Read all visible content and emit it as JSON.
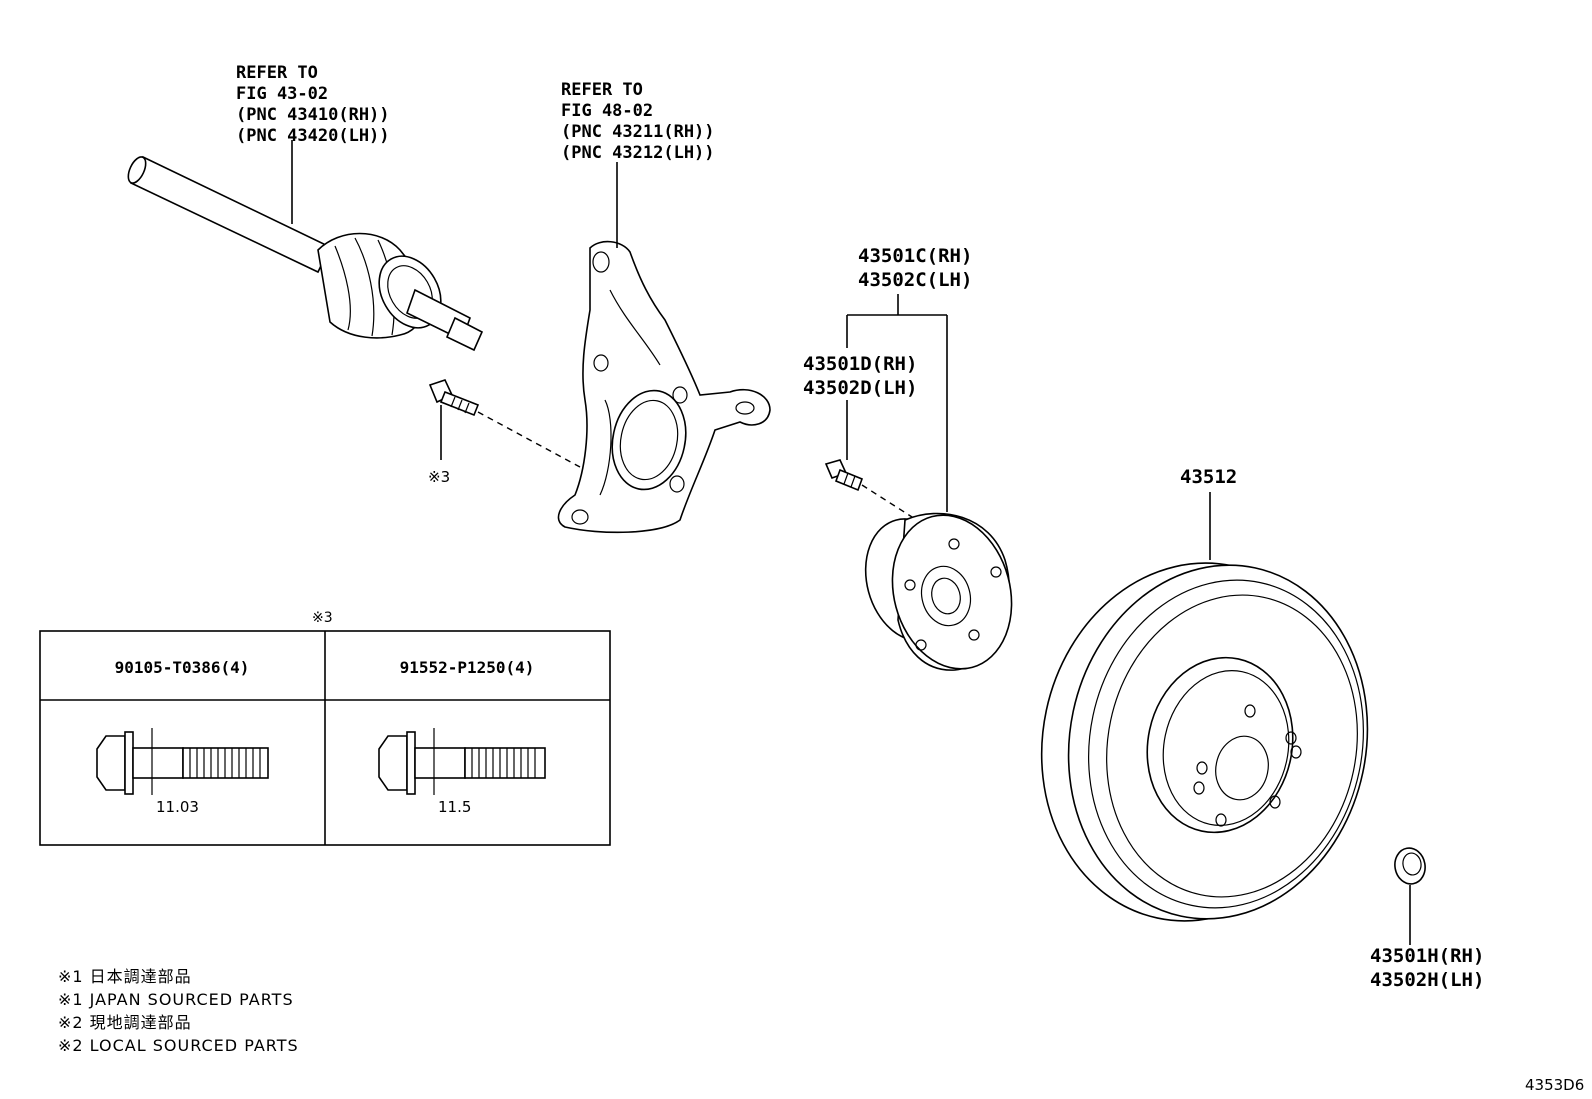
{
  "callouts": {
    "driveshaft": [
      "REFER TO",
      "FIG 43-02",
      "(PNC 43410(RH))",
      "(PNC 43420(LH))"
    ],
    "knuckle": [
      "REFER TO",
      "FIG 48-02",
      "(PNC 43211(RH))",
      "(PNC 43212(LH))"
    ],
    "hub_c": [
      "43501C(RH)",
      "43502C(LH)"
    ],
    "hub_d": [
      "43501D(RH)",
      "43502D(LH)"
    ],
    "rotor": "43512",
    "nut": [
      "43501H(RH)",
      "43502H(LH)"
    ],
    "bolt_ref": "※3"
  },
  "bolt_table": {
    "title": "※3",
    "columns": [
      {
        "part_no": "90105-T0386(4)",
        "dimension": "11.03"
      },
      {
        "part_no": "91552-P1250(4)",
        "dimension": "11.5"
      }
    ]
  },
  "legend": [
    "※1 日本調達部品",
    "※1 JAPAN SOURCED PARTS",
    "※2 現地調達部品",
    "※2 LOCAL SOURCED PARTS"
  ],
  "figure_code": "4353D6"
}
